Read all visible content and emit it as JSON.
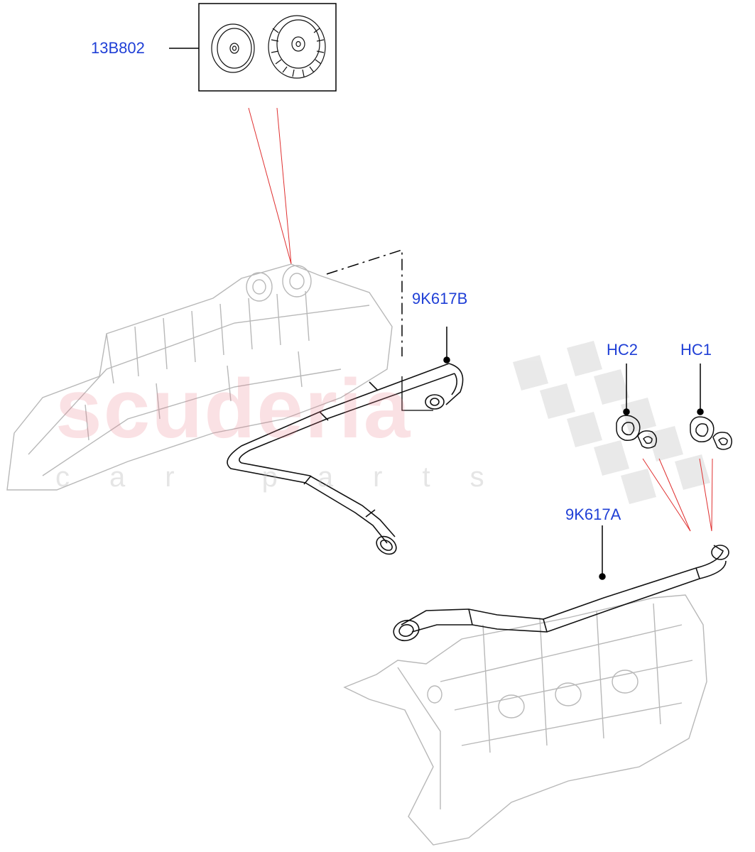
{
  "labels": {
    "cap_kit": "13B802",
    "hose_b": "9K617B",
    "hose_a": "9K617A",
    "clip_hc2": "HC2",
    "clip_hc1": "HC1"
  },
  "watermark": {
    "main": "scuderia",
    "sub": "car parts"
  },
  "colors": {
    "label": "#1f3fd6",
    "leader": "#000000",
    "reference_line": "#e03030",
    "ghost_part": "#b8b8b8",
    "highlight_part": "#111111"
  }
}
